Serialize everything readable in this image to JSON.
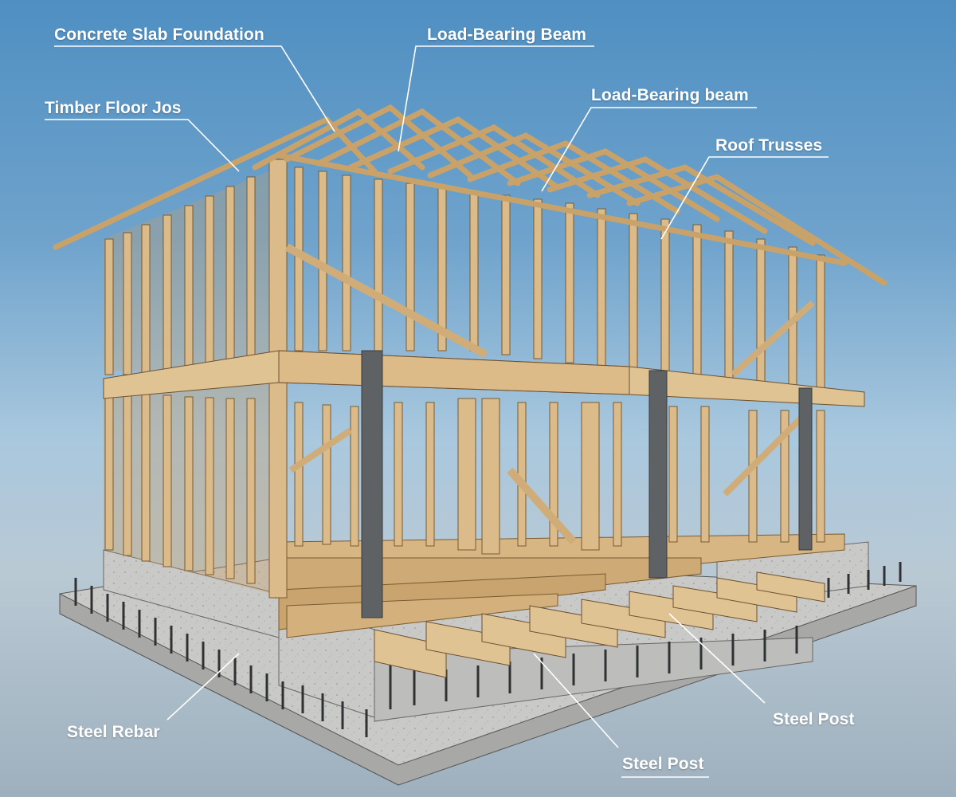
{
  "diagram": {
    "subject": "Timber-framed two-storey house on concrete slab",
    "colors": {
      "sky_top": "#4f8fc2",
      "sky_bottom": "#9eb0be",
      "timber": "#d9b888",
      "timber_dark": "#b8935f",
      "concrete": "#c4c4c2",
      "steel": "#5f6264",
      "label_text": "#ffffff"
    },
    "labels": [
      {
        "id": "concrete-slab-foundation",
        "text": "Concrete Slab Foundation"
      },
      {
        "id": "load-bearing-beam-1",
        "text": "Load-Bearing Beam"
      },
      {
        "id": "timber-floor-jos",
        "text": "Timber Floor Jos"
      },
      {
        "id": "load-bearing-beam-2",
        "text": "Load-Bearing beam"
      },
      {
        "id": "roof-trusses",
        "text": "Roof Trusses"
      },
      {
        "id": "steel-rebar",
        "text": "Steel Rebar"
      },
      {
        "id": "steel-post-1",
        "text": "Steel Post"
      },
      {
        "id": "steel-post-2",
        "text": "Steel Post"
      }
    ]
  }
}
